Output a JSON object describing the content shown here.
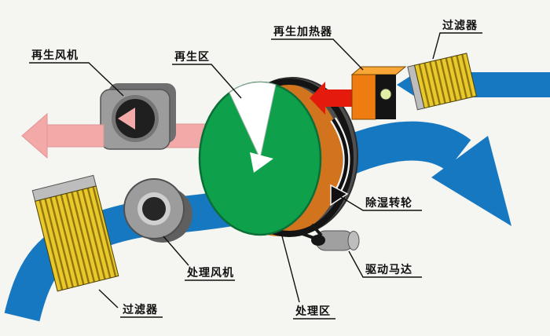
{
  "labels": {
    "regen_fan": "再生风机",
    "regen_zone": "再生区",
    "regen_heater": "再生加热器",
    "filter_top": "过滤器",
    "filter_bottom": "过滤器",
    "process_fan": "处理风机",
    "process_zone": "处理区",
    "dehumid_wheel": "除湿转轮",
    "drive_motor": "驱动马达"
  },
  "colors": {
    "air_blue": "#1778c2",
    "regen_pink": "#f4a9a9",
    "hot_red": "#e41b0c",
    "wheel_green": "#0fa04c",
    "wheel_rim_orange": "#d2741e",
    "heater_orange": "#ee7c10",
    "heater_black": "#141414",
    "filter_yellow": "#e9c92a",
    "metal_gray": "#9c9c9c",
    "background": "#f5f5f1"
  }
}
